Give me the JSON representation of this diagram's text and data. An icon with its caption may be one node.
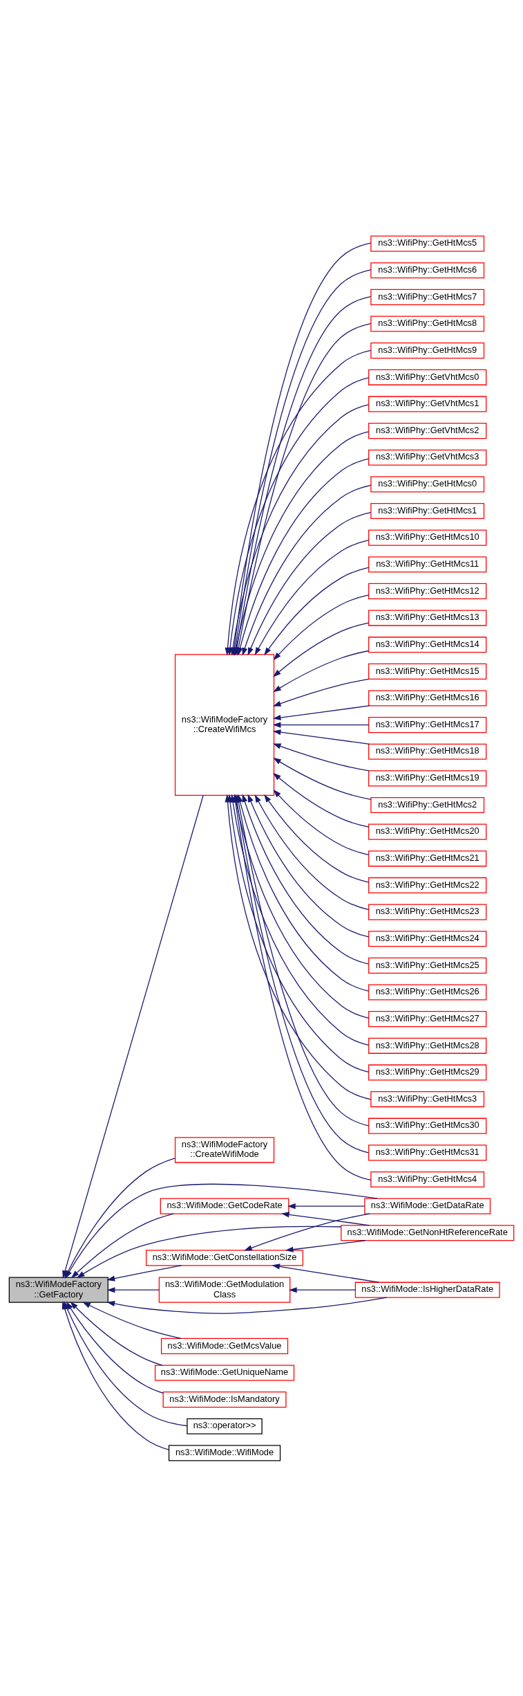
{
  "diagram": {
    "nodes": [
      {
        "text": [
          "ns3::WifiModeFactory ::GetFactory"
        ]
      },
      {
        "text": [
          "ns3::WifiModeFactory ::CreateWifiMcs"
        ]
      },
      {
        "text": [
          "ns3::WifiModeFactory ::CreateWifiMode"
        ]
      },
      {
        "text": [
          "ns3::WifiMode::GetCodeRate"
        ]
      },
      {
        "text": [
          "ns3::WifiMode::GetConstellationSize"
        ]
      },
      {
        "text": [
          "ns3::WifiMode::GetModulation Class"
        ]
      },
      {
        "text": [
          "ns3::WifiMode::GetMcsValue"
        ]
      },
      {
        "text": [
          "ns3::WifiMode::GetUniqueName"
        ]
      },
      {
        "text": [
          "ns3::WifiMode::IsMandatory"
        ]
      },
      {
        "text": [
          "ns3::operator>>"
        ]
      },
      {
        "text": [
          "ns3::WifiMode::WifiMode"
        ]
      },
      {
        "text": [
          "ns3::WifiMode::GetDataRate"
        ]
      },
      {
        "text": [
          "ns3::WifiMode::GetNonHtReferenceRate"
        ]
      },
      {
        "text": [
          "ns3::WifiMode::IsHigherDataRate"
        ]
      },
      {
        "text": [
          "ns3::WifiPhy::GetHtMcs5"
        ]
      },
      {
        "text": [
          "ns3::WifiPhy::GetHtMcs6"
        ]
      },
      {
        "text": [
          "ns3::WifiPhy::GetHtMcs7"
        ]
      },
      {
        "text": [
          "ns3::WifiPhy::GetHtMcs8"
        ]
      },
      {
        "text": [
          "ns3::WifiPhy::GetHtMcs9"
        ]
      },
      {
        "text": [
          "ns3::WifiPhy::GetVhtMcs0"
        ]
      },
      {
        "text": [
          "ns3::WifiPhy::GetVhtMcs1"
        ]
      },
      {
        "text": [
          "ns3::WifiPhy::GetVhtMcs2"
        ]
      },
      {
        "text": [
          "ns3::WifiPhy::GetVhtMcs3"
        ]
      },
      {
        "text": [
          "ns3::WifiPhy::GetHtMcs0"
        ]
      },
      {
        "text": [
          "ns3::WifiPhy::GetHtMcs1"
        ]
      },
      {
        "text": [
          "ns3::WifiPhy::GetHtMcs10"
        ]
      },
      {
        "text": [
          "ns3::WifiPhy::GetHtMcs11"
        ]
      },
      {
        "text": [
          "ns3::WifiPhy::GetHtMcs12"
        ]
      },
      {
        "text": [
          "ns3::WifiPhy::GetHtMcs13"
        ]
      },
      {
        "text": [
          "ns3::WifiPhy::GetHtMcs14"
        ]
      },
      {
        "text": [
          "ns3::WifiPhy::GetHtMcs15"
        ]
      },
      {
        "text": [
          "ns3::WifiPhy::GetHtMcs16"
        ]
      },
      {
        "text": [
          "ns3::WifiPhy::GetHtMcs17"
        ]
      },
      {
        "text": [
          "ns3::WifiPhy::GetHtMcs18"
        ]
      },
      {
        "text": [
          "ns3::WifiPhy::GetHtMcs19"
        ]
      },
      {
        "text": [
          "ns3::WifiPhy::GetHtMcs2"
        ]
      },
      {
        "text": [
          "ns3::WifiPhy::GetHtMcs20"
        ]
      },
      {
        "text": [
          "ns3::WifiPhy::GetHtMcs21"
        ]
      },
      {
        "text": [
          "ns3::WifiPhy::GetHtMcs22"
        ]
      },
      {
        "text": [
          "ns3::WifiPhy::GetHtMcs23"
        ]
      },
      {
        "text": [
          "ns3::WifiPhy::GetHtMcs24"
        ]
      },
      {
        "text": [
          "ns3::WifiPhy::GetHtMcs25"
        ]
      },
      {
        "text": [
          "ns3::WifiPhy::GetHtMcs26"
        ]
      },
      {
        "text": [
          "ns3::WifiPhy::GetHtMcs27"
        ]
      },
      {
        "text": [
          "ns3::WifiPhy::GetHtMcs28"
        ]
      },
      {
        "text": [
          "ns3::WifiPhy::GetHtMcs29"
        ]
      },
      {
        "text": [
          "ns3::WifiPhy::GetHtMcs3"
        ]
      },
      {
        "text": [
          "ns3::WifiPhy::GetHtMcs30"
        ]
      },
      {
        "text": [
          "ns3::WifiPhy::GetHtMcs31"
        ]
      },
      {
        "text": [
          "ns3::WifiPhy::GetHtMcs4"
        ]
      }
    ],
    "edges": [
      {
        "from": 1,
        "to": 0,
        "arrow": "to"
      },
      {
        "from": 2,
        "to": 0,
        "arrow": "to"
      },
      {
        "from": 11,
        "to": 0,
        "arrow": "to"
      },
      {
        "from": 3,
        "to": 0,
        "arrow": "to"
      },
      {
        "from": 12,
        "to": 0,
        "arrow": "to"
      },
      {
        "from": 4,
        "to": 0,
        "arrow": "to"
      },
      {
        "from": 5,
        "to": 0,
        "arrow": "to"
      },
      {
        "from": 13,
        "to": 0,
        "arrow": "to"
      },
      {
        "from": 6,
        "to": 0,
        "arrow": "to"
      },
      {
        "from": 7,
        "to": 0,
        "arrow": "to"
      },
      {
        "from": 8,
        "to": 0,
        "arrow": "to"
      },
      {
        "from": 9,
        "to": 0,
        "arrow": "to"
      },
      {
        "from": 10,
        "to": 0,
        "arrow": "to"
      },
      {
        "from": 11,
        "to": 3,
        "arrow": "to"
      },
      {
        "from": 12,
        "to": 3,
        "arrow": "to"
      },
      {
        "from": 11,
        "to": 4,
        "arrow": "to"
      },
      {
        "from": 12,
        "to": 4,
        "arrow": "to"
      },
      {
        "from": 13,
        "to": 4,
        "arrow": "to"
      },
      {
        "from": 13,
        "to": 5,
        "arrow": "to"
      },
      {
        "from": 14,
        "to": 1,
        "arrow": "to"
      },
      {
        "from": 15,
        "to": 1,
        "arrow": "to"
      },
      {
        "from": 16,
        "to": 1,
        "arrow": "to"
      },
      {
        "from": 17,
        "to": 1,
        "arrow": "to"
      },
      {
        "from": 18,
        "to": 1,
        "arrow": "to"
      },
      {
        "from": 19,
        "to": 1,
        "arrow": "to"
      },
      {
        "from": 20,
        "to": 1,
        "arrow": "to"
      },
      {
        "from": 21,
        "to": 1,
        "arrow": "to"
      },
      {
        "from": 22,
        "to": 1,
        "arrow": "to"
      },
      {
        "from": 23,
        "to": 1,
        "arrow": "to"
      },
      {
        "from": 24,
        "to": 1,
        "arrow": "to"
      },
      {
        "from": 25,
        "to": 1,
        "arrow": "to"
      },
      {
        "from": 26,
        "to": 1,
        "arrow": "to"
      },
      {
        "from": 27,
        "to": 1,
        "arrow": "to"
      },
      {
        "from": 28,
        "to": 1,
        "arrow": "to"
      },
      {
        "from": 29,
        "to": 1,
        "arrow": "to"
      },
      {
        "from": 30,
        "to": 1,
        "arrow": "to"
      },
      {
        "from": 31,
        "to": 1,
        "arrow": "to"
      },
      {
        "from": 32,
        "to": 1,
        "arrow": "to"
      },
      {
        "from": 33,
        "to": 1,
        "arrow": "to"
      },
      {
        "from": 34,
        "to": 1,
        "arrow": "to"
      },
      {
        "from": 35,
        "to": 1,
        "arrow": "to"
      },
      {
        "from": 36,
        "to": 1,
        "arrow": "to"
      },
      {
        "from": 37,
        "to": 1,
        "arrow": "to"
      },
      {
        "from": 38,
        "to": 1,
        "arrow": "to"
      },
      {
        "from": 39,
        "to": 1,
        "arrow": "to"
      },
      {
        "from": 40,
        "to": 1,
        "arrow": "to"
      },
      {
        "from": 41,
        "to": 1,
        "arrow": "to"
      },
      {
        "from": 42,
        "to": 1,
        "arrow": "to"
      },
      {
        "from": 43,
        "to": 1,
        "arrow": "to"
      },
      {
        "from": 44,
        "to": 1,
        "arrow": "to"
      },
      {
        "from": 45,
        "to": 1,
        "arrow": "to"
      },
      {
        "from": 46,
        "to": 1,
        "arrow": "to"
      },
      {
        "from": 47,
        "to": 1,
        "arrow": "to"
      },
      {
        "from": 48,
        "to": 1,
        "arrow": "to"
      },
      {
        "from": 49,
        "to": 1,
        "arrow": "to"
      }
    ]
  }
}
